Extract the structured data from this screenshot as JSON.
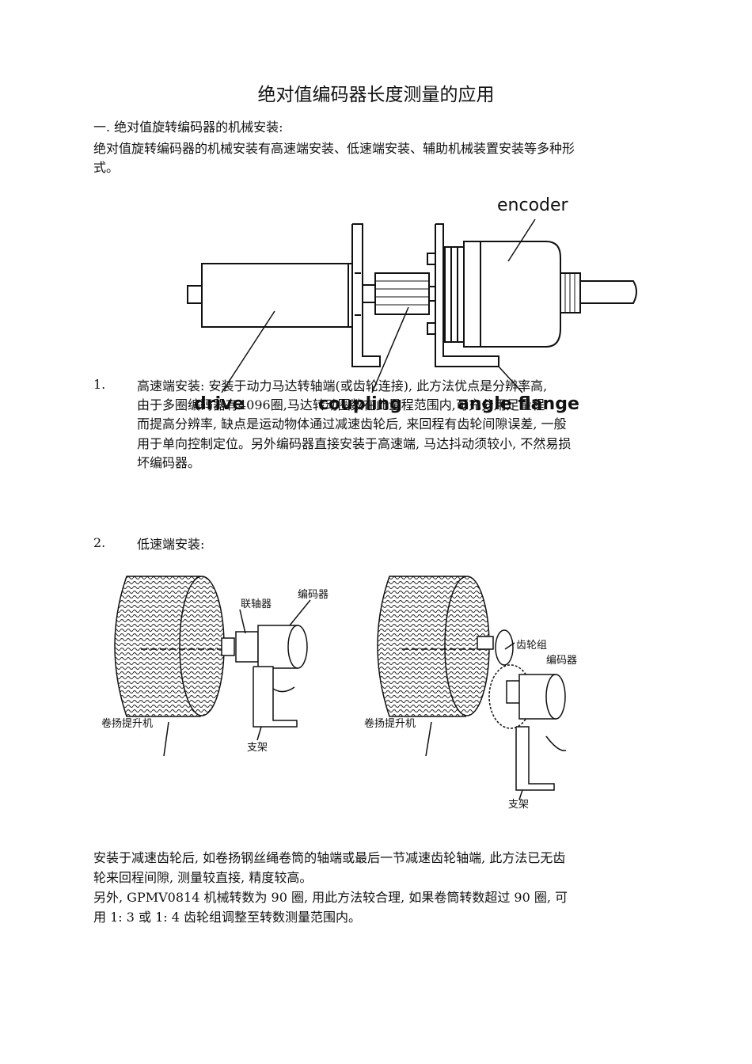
{
  "title": "绝对值编码器长度测量的应用",
  "section1": {
    "heading": "一. 绝对值旋转编码器的机械安装:",
    "intro_line1": "绝对值旋转编码器的机械安装有高速端安装、低速端安装、辅助机械装置安装等多种形",
    "intro_line2": "式。"
  },
  "figure1": {
    "label_encoder": "encoder",
    "label_drive": "drive",
    "label_coupling": "coupling",
    "label_flange": "angle flange"
  },
  "item1": {
    "number": "1.",
    "line1": "高速端安装: 安装于动力马达转轴端(或齿轮连接), 此方法优点是分辨率高,",
    "line2": "由于多圈编码器有4096圈,马达转动圈数在此量程范围内,可充分用足量程",
    "line3": "而提高分辨率, 缺点是运动物体通过减速齿轮后, 来回程有齿轮间隙误差, 一般",
    "line4": "用于单向控制定位。另外编码器直接安装于高速端, 马达抖动须较小, 不然易损",
    "line5": "坏编码器。"
  },
  "item2": {
    "number": "2.",
    "text": "低速端安装:"
  },
  "figure2": {
    "left_coupling": "联轴器",
    "left_encoder": "编码器",
    "left_drum": "卷扬提升机",
    "left_bracket": "支架",
    "right_gearset": "齿轮组",
    "right_encoder": "编码器",
    "right_drum": "卷扬提升机",
    "right_bracket": "支架"
  },
  "closing": {
    "line1": "安装于减速齿轮后, 如卷扬钢丝绳卷筒的轴端或最后一节减速齿轮轴端, 此方法已无齿",
    "line2": "轮来回程间隙, 测量较直接, 精度较高。",
    "line3": "另外, GPMV0814 机械转数为 90 圈, 用此方法较合理, 如果卷筒转数超过 90 圈, 可",
    "line4": "用 1: 3 或 1: 4 齿轮组调整至转数测量范围内。"
  }
}
